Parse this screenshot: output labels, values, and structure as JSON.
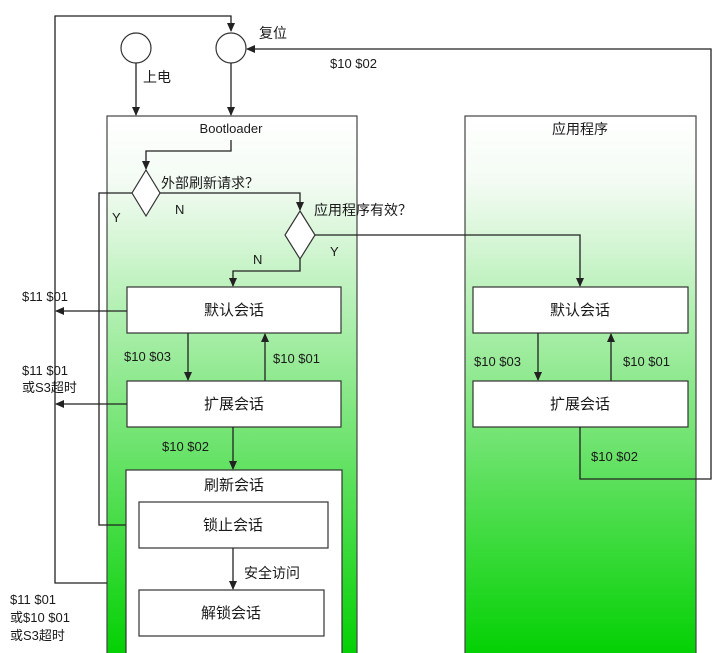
{
  "nodes": {
    "reset_label": "复位",
    "power_on_label": "上电",
    "bootloader_title": "Bootloader",
    "app_title": "应用程序",
    "decision_external": "外部刷新请求？",
    "decision_app_valid": "应用程序有效？",
    "bl_default": "默认会话",
    "bl_extended": "扩展会话",
    "bl_programming": "刷新会话",
    "bl_locked": "锁止会话",
    "bl_unlocked": "解锁会话",
    "app_default": "默认会话",
    "app_extended": "扩展会话"
  },
  "edges": {
    "app_to_reset": "$10 $02",
    "ext_yes": "Y",
    "ext_no": "N",
    "valid_yes": "Y",
    "valid_no": "N",
    "bl_default_to_ext": "$10 $03",
    "bl_ext_to_default": "$10 $01",
    "bl_ext_to_prog": "$10 $02",
    "security_access": "安全访问",
    "app_default_to_ext": "$10 $03",
    "app_ext_to_default": "$10 $01",
    "app_ext_to_reset": "$10 $02",
    "left_out_1": "$11 $01",
    "left_out_2_a": "$11 $01",
    "left_out_2_b": "或S3超时",
    "left_out_3_a": "$11 $01",
    "left_out_3_b": "或$10 $01",
    "left_out_3_c": "或S3超时"
  },
  "colors": {
    "gradient_top": "#ffffff",
    "gradient_bottom": "#00d000",
    "line": "#222222"
  }
}
